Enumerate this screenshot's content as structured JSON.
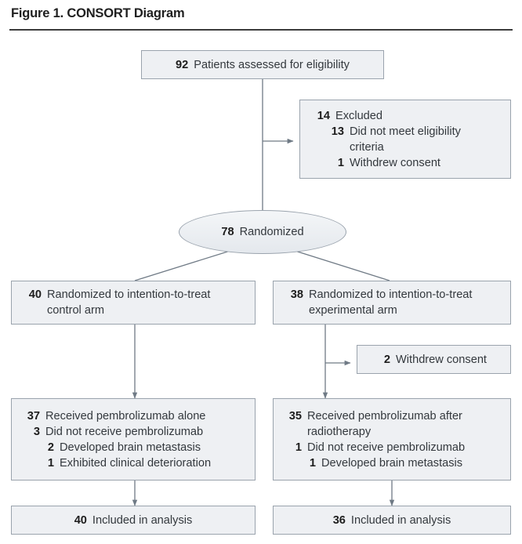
{
  "figure": {
    "title": "Figure 1. CONSORT Diagram",
    "type": "CONSORT flow diagram",
    "colors": {
      "box_fill": "#eef0f3",
      "box_border": "#9aa3ad",
      "connector": "#6f7a85",
      "title_rule": "#3c3c3c",
      "text": "#33383d",
      "number": "#1d1d1d"
    }
  },
  "nodes": {
    "enrollment": {
      "lines": [
        {
          "num": "92",
          "text": "Patients assessed for eligibility",
          "indent": 0
        }
      ]
    },
    "excluded": {
      "lines": [
        {
          "num": "14",
          "text": "Excluded",
          "indent": 0
        },
        {
          "num": "13",
          "text": "Did not meet eligibility\ncriteria",
          "indent": 1
        },
        {
          "num": "1",
          "text": "Withdrew consent",
          "indent": 1
        }
      ]
    },
    "randomized": {
      "lines": [
        {
          "num": "78",
          "text": "Randomized",
          "indent": 0
        }
      ]
    },
    "control_arm": {
      "lines": [
        {
          "num": "40",
          "text": "Randomized to intention-to-treat\ncontrol arm",
          "indent": 0
        }
      ]
    },
    "experimental_arm": {
      "lines": [
        {
          "num": "38",
          "text": "Randomized to intention-to-treat\nexperimental arm",
          "indent": 0
        }
      ]
    },
    "withdrew_consent": {
      "lines": [
        {
          "num": "2",
          "text": "Withdrew consent",
          "indent": 0
        }
      ]
    },
    "control_treatment": {
      "lines": [
        {
          "num": "37",
          "text": "Received pembrolizumab alone",
          "indent": 0
        },
        {
          "num": "3",
          "text": "Did not receive pembrolizumab",
          "indent": 0
        },
        {
          "num": "2",
          "text": "Developed brain metastasis",
          "indent": 1
        },
        {
          "num": "1",
          "text": "Exhibited clinical deterioration",
          "indent": 1
        }
      ]
    },
    "experimental_treatment": {
      "lines": [
        {
          "num": "35",
          "text": "Received pembrolizumab after\nradiotherapy",
          "indent": 0
        },
        {
          "num": "1",
          "text": "Did not receive pembrolizumab",
          "indent": 0
        },
        {
          "num": "1",
          "text": "Developed brain metastasis",
          "indent": 1
        }
      ]
    },
    "control_analysis": {
      "lines": [
        {
          "num": "40",
          "text": "Included in analysis",
          "indent": 0
        }
      ]
    },
    "experimental_analysis": {
      "lines": [
        {
          "num": "36",
          "text": "Included in analysis",
          "indent": 0
        }
      ]
    }
  }
}
